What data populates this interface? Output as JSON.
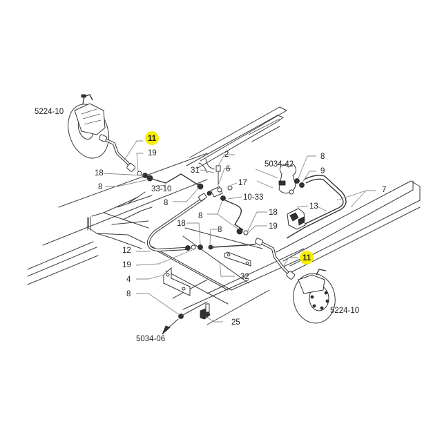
{
  "diagram": {
    "highlight_color": "#f7ee00",
    "labels": {
      "ref_5224_10_left": "5224-10",
      "ref_5224_10_right": "5224-10",
      "ref_5034_42": "5034-42",
      "ref_5034_06": "5034-06",
      "p11_top": "11",
      "p11_bottom": "11",
      "p19_a": "19",
      "p18_a": "18",
      "p8_a": "8",
      "p33_10": "33-10",
      "p8_b": "8",
      "p2": "2",
      "p31": "31",
      "p6": "6",
      "p17": "17",
      "p10_33": "10-33",
      "p8_c": "8",
      "p8_d": "8",
      "p9": "9",
      "p7": "7",
      "p13": "13",
      "p18_b": "18",
      "p19_b": "19",
      "p18_c": "18",
      "p8_e": "8",
      "p12": "12",
      "p19_c": "19",
      "p4": "4",
      "p32": "32",
      "p8_f": "8",
      "p25": "25"
    }
  }
}
